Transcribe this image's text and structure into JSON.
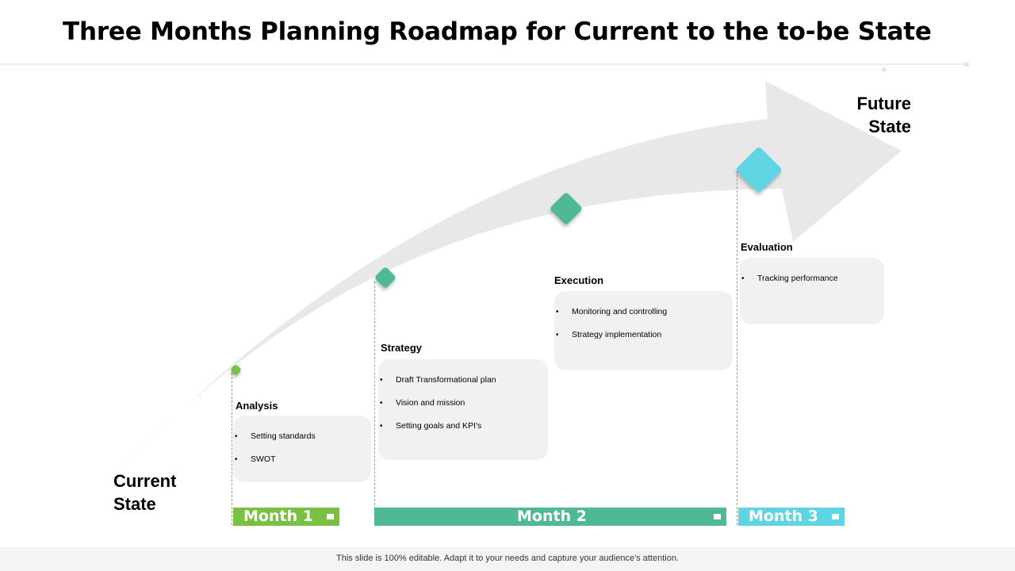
{
  "slide": {
    "title": "Three Months Planning Roadmap for Current to the to-be State",
    "current_state": [
      "Current",
      "State"
    ],
    "future_state": [
      "Future",
      "State"
    ],
    "colors": {
      "green_light": "#7ac143",
      "teal": "#4fb894",
      "cyan": "#5fd5e3",
      "arrow_fill": "#e8e8e8",
      "box_fill": "#f1f1f1"
    },
    "phases": [
      {
        "title": "Analysis",
        "items": [
          "Setting standards",
          "SWOT"
        ]
      },
      {
        "title": "Strategy",
        "items": [
          "Draft Transformational plan",
          "Vision and mission",
          "Setting goals and KPI's"
        ]
      },
      {
        "title": "Execution",
        "items": [
          "Monitoring and controlling",
          "Strategy implementation"
        ]
      },
      {
        "title": "Evaluation",
        "items": [
          "Tracking performance"
        ]
      }
    ],
    "months": [
      {
        "label": "Month 1",
        "color": "#7ac143"
      },
      {
        "label": "Month 2",
        "color": "#4fb894"
      },
      {
        "label": "Month 3",
        "color": "#5fd5e3"
      }
    ],
    "footer": "This slide is 100% editable. Adapt it to your needs and capture your audience's attention."
  }
}
